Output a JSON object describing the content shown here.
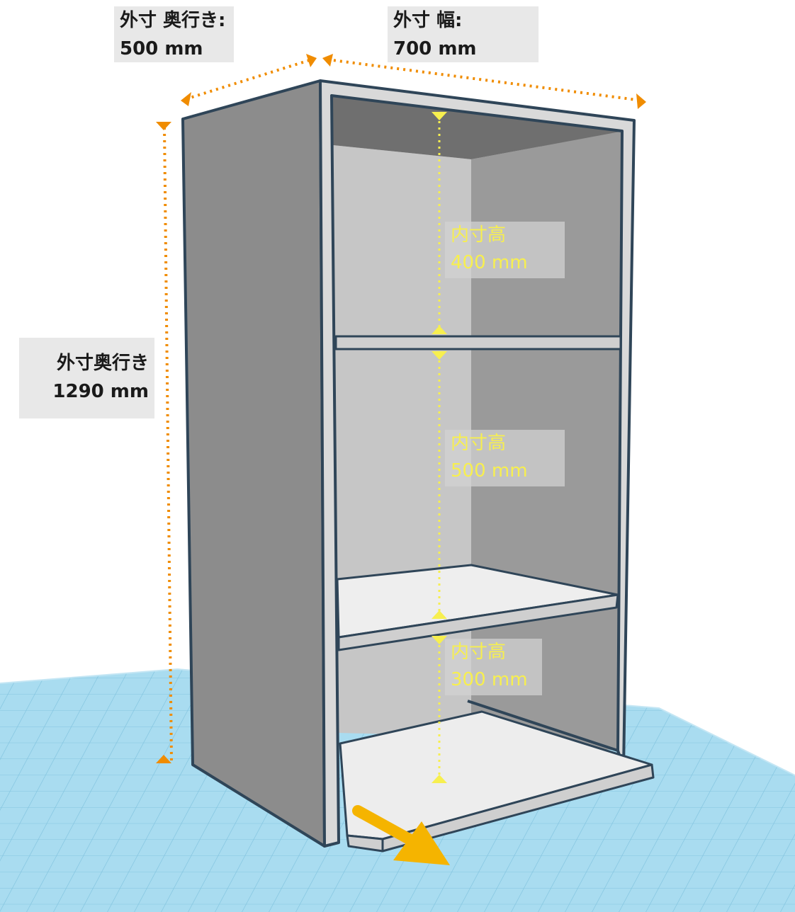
{
  "dimensions": {
    "outer_depth": {
      "label": "外寸 奥行き:",
      "value": "500 mm"
    },
    "outer_width": {
      "label": "外寸 幅:",
      "value": "700 mm"
    },
    "outer_height": {
      "label": "外寸奥行き",
      "value": "1290 mm"
    }
  },
  "inner_heights": [
    {
      "label": "内寸高",
      "value": "400 mm"
    },
    {
      "label": "内寸高",
      "value": "500 mm"
    },
    {
      "label": "内寸高",
      "value": "300 mm"
    }
  ],
  "colors": {
    "dimension_line": "#f08c00",
    "inner_dimension_line": "#f7ef4f",
    "arrow": "#f5b400",
    "floor_grid": "#9fd6ec",
    "cabinet_side": "#8c8c8c",
    "cabinet_outline": "#2f4558"
  },
  "icons": {
    "pull_out_arrow": "arrow-down-right-icon"
  }
}
